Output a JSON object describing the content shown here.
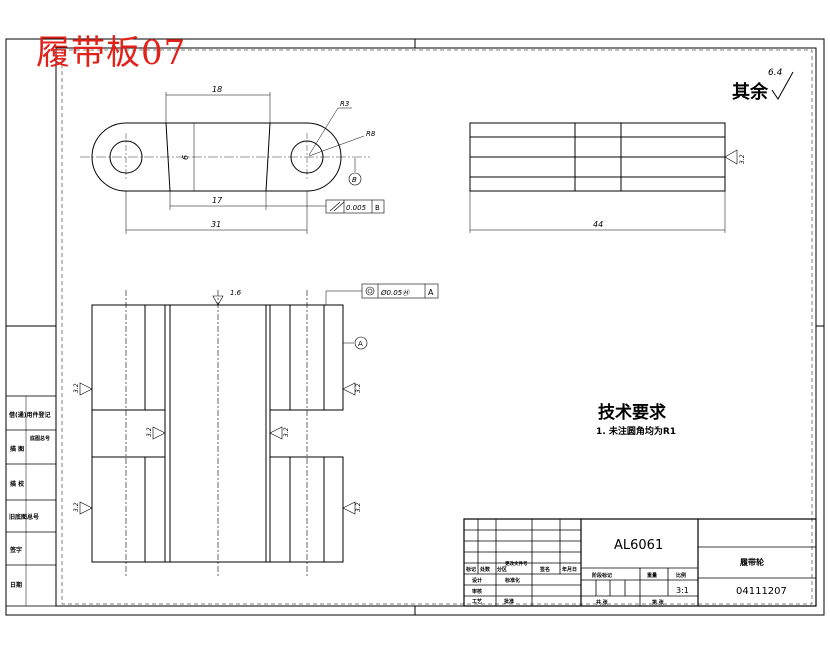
{
  "title": {
    "text": "履带板07",
    "color": "#e0221b"
  },
  "roughness": {
    "prefix": "其余",
    "value": "6.4"
  },
  "dimensions": {
    "d18": "18",
    "d6": "6",
    "d17": "17",
    "d31": "31",
    "d44": "44",
    "r3": "R3",
    "r8": "R8",
    "datum_b": "B",
    "flatness": "0.005",
    "flatness_datum": "B",
    "position_tol": "Ø0.05Ⓜ",
    "position_datum": "A",
    "datum_a": "A",
    "rough_top": "1.6",
    "rough_side": "3.2"
  },
  "tech_requirements": {
    "title": "技术要求",
    "item1": "1. 未注圆角均为R1"
  },
  "title_block": {
    "material": "AL6061",
    "part_name": "履带轮",
    "drawing_no": "04111207",
    "scale": "3:1",
    "headers": [
      "标记",
      "处数",
      "分区",
      "更改文件号",
      "签名",
      "年月日"
    ],
    "row_design": "设计",
    "row_std": "标准化",
    "row_check": "审核",
    "row_process": "工艺",
    "row_approve": "批准",
    "stage": "阶段标记",
    "weight": "重量",
    "scale_label": "比例",
    "sheet_total": "共 张",
    "sheet_no": "第 张"
  },
  "side_column": [
    "借(通)用件登记",
    "旧底图总号",
    "底图总号",
    "签字",
    "日期",
    "描 图",
    "描 校"
  ]
}
